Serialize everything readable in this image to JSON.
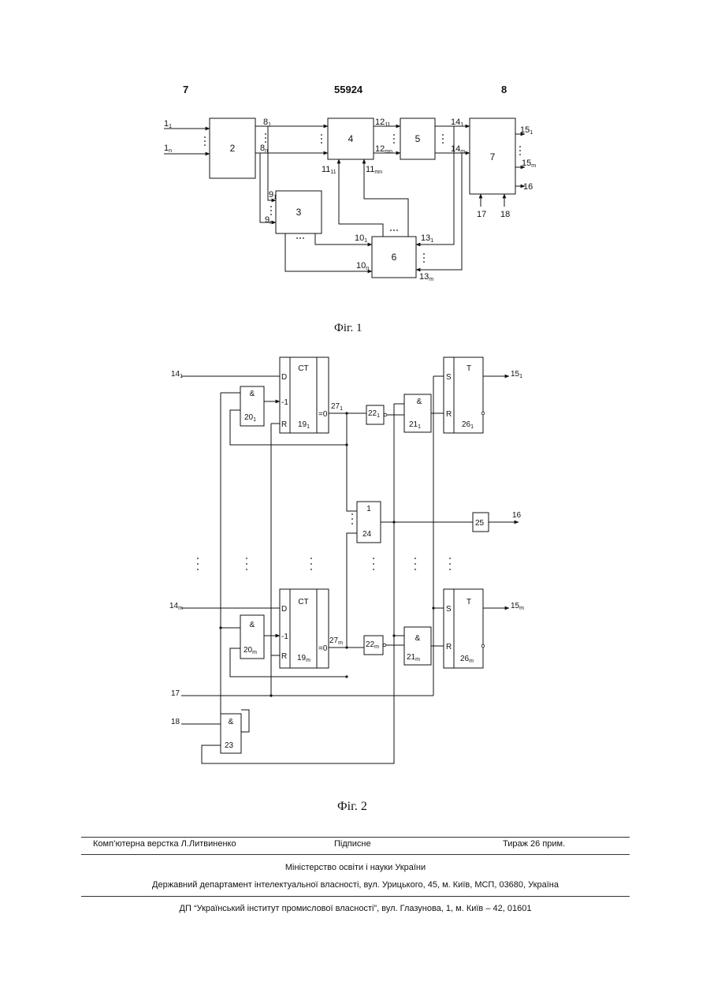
{
  "header": {
    "left_page": "7",
    "patent_number": "55924",
    "right_page": "8"
  },
  "fig1": {
    "caption": "Фіг. 1",
    "blocks": {
      "b2": "2",
      "b3": "3",
      "b4": "4",
      "b5": "5",
      "b6": "6",
      "b7": "7"
    },
    "inputs": {
      "i1": "1",
      "i1_sub": "1",
      "in": "1",
      "in_sub": "n",
      "i17": "17",
      "i18": "18"
    },
    "signals": {
      "s8_1": "8",
      "s8_1_sub": "1",
      "s8_n": "8",
      "s8_n_sub": "n",
      "s9_1": "9",
      "s9_1_sub": "1",
      "s9_n": "9",
      "s9_n_sub": "n",
      "s10_1": "10",
      "s10_1_sub": "1",
      "s10_n": "10",
      "s10_n_sub": "n",
      "s11_11": "11",
      "s11_11_sub": "11",
      "s11_mn": "11",
      "s11_mn_sub": "mn",
      "s12_11": "12",
      "s12_11_sub": "11",
      "s12_mn": "12",
      "s12_mn_sub": "mn",
      "s13_1": "13",
      "s13_1_sub": "1",
      "s13_m": "13",
      "s13_m_sub": "m",
      "s14_1": "14",
      "s14_1_sub": "1",
      "s14_m": "14",
      "s14_m_sub": "m",
      "s15_1": "15",
      "s15_1_sub": "1",
      "s15_m": "15",
      "s15_m_sub": "m",
      "s16": "16"
    }
  },
  "fig2": {
    "caption": "Фіг. 2",
    "ct_label": "CT",
    "t_label": "T",
    "and_label": "&",
    "or_label": "1",
    "pin_d": "D",
    "pin_m1": "-1",
    "pin_r": "R",
    "pin_s": "S",
    "pin_eq0": "=0",
    "n14_1": "14",
    "n14_1_sub": "1",
    "n14_m": "14",
    "n14_m_sub": "m",
    "n15_1": "15",
    "n15_1_sub": "1",
    "n15_m": "15",
    "n15_m_sub": "m",
    "n16": "16",
    "n17": "17",
    "n18": "18",
    "n19_1": "19",
    "n19_1_sub": "1",
    "n19_m": "19",
    "n19_m_sub": "m",
    "n20_1": "20",
    "n20_1_sub": "1",
    "n20_m": "20",
    "n20_m_sub": "m",
    "n21_1": "21",
    "n21_1_sub": "1",
    "n21_m": "21",
    "n21_m_sub": "m",
    "n22_1": "22",
    "n22_1_sub": "1",
    "n22_m": "22",
    "n22_m_sub": "m",
    "n23": "23",
    "n24": "24",
    "n25": "25",
    "n26_1": "26",
    "n26_1_sub": "1",
    "n26_m": "26",
    "n26_m_sub": "m",
    "n27_1": "27",
    "n27_1_sub": "1",
    "n27_m": "27",
    "n27_m_sub": "m"
  },
  "footer": {
    "layout_by": "Комп’ютерна верстка Л.Литвиненко",
    "signed": "Підписне",
    "circulation": "Тираж 26 прим.",
    "ministry": "Міністерство освіти і науки України",
    "department": "Державний департамент інтелектуальної власності, вул. Урицького, 45, м. Київ, МСП, 03680, Україна",
    "institute": "ДП “Український інститут промислової власності”, вул. Глазунова, 1, м. Київ – 42, 01601"
  }
}
